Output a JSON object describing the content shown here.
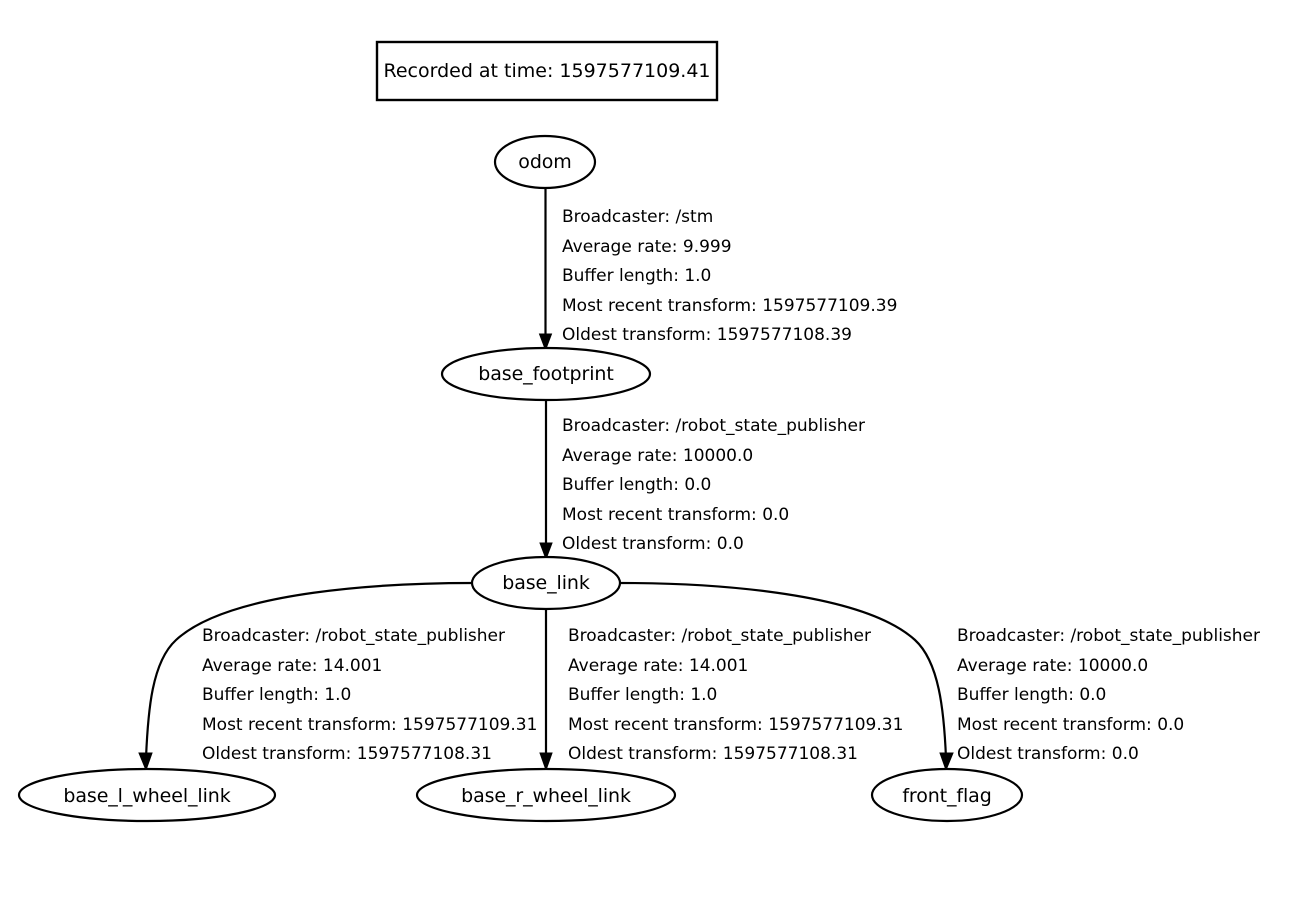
{
  "graph": {
    "kind": "tf-tree",
    "title_box": {
      "text": "Recorded at time: 1597577109.41"
    },
    "nodes": [
      {
        "id": "odom",
        "label": "odom"
      },
      {
        "id": "base_footprint",
        "label": "base_footprint"
      },
      {
        "id": "base_link",
        "label": "base_link"
      },
      {
        "id": "base_l_wheel_link",
        "label": "base_l_wheel_link"
      },
      {
        "id": "base_r_wheel_link",
        "label": "base_r_wheel_link"
      },
      {
        "id": "front_flag",
        "label": "front_flag"
      }
    ],
    "edges": [
      {
        "from": "odom",
        "to": "base_footprint",
        "broadcaster": "Broadcaster: /stm",
        "average_rate": "Average rate: 9.999",
        "buffer_length": "Buffer length: 1.0",
        "most_recent_transform": "Most recent transform: 1597577109.39",
        "oldest_transform": "Oldest transform: 1597577108.39"
      },
      {
        "from": "base_footprint",
        "to": "base_link",
        "broadcaster": "Broadcaster: /robot_state_publisher",
        "average_rate": "Average rate: 10000.0",
        "buffer_length": "Buffer length: 0.0",
        "most_recent_transform": "Most recent transform: 0.0",
        "oldest_transform": "Oldest transform: 0.0"
      },
      {
        "from": "base_link",
        "to": "base_l_wheel_link",
        "broadcaster": "Broadcaster: /robot_state_publisher",
        "average_rate": "Average rate: 14.001",
        "buffer_length": "Buffer length: 1.0",
        "most_recent_transform": "Most recent transform: 1597577109.31",
        "oldest_transform": "Oldest transform: 1597577108.31"
      },
      {
        "from": "base_link",
        "to": "base_r_wheel_link",
        "broadcaster": "Broadcaster: /robot_state_publisher",
        "average_rate": "Average rate: 14.001",
        "buffer_length": "Buffer length: 1.0",
        "most_recent_transform": "Most recent transform: 1597577109.31",
        "oldest_transform": "Oldest transform: 1597577108.31"
      },
      {
        "from": "base_link",
        "to": "front_flag",
        "broadcaster": "Broadcaster: /robot_state_publisher",
        "average_rate": "Average rate: 10000.0",
        "buffer_length": "Buffer length: 0.0",
        "most_recent_transform": "Most recent transform: 0.0",
        "oldest_transform": "Oldest transform: 0.0"
      }
    ],
    "colors": {
      "background": "#ffffff",
      "stroke": "#000000",
      "text": "#000000"
    }
  }
}
